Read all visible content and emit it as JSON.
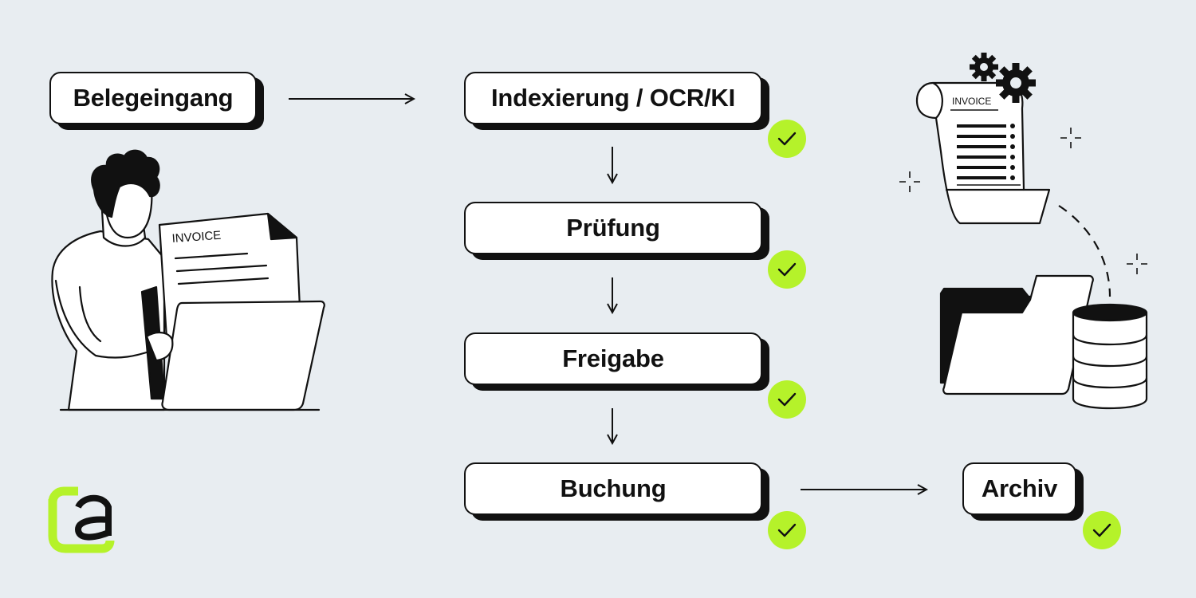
{
  "flow": {
    "steps": {
      "belegeingang": "Belegeingang",
      "indexierung": "Indexierung / OCR/KI",
      "pruefung": "Prüfung",
      "freigabe": "Freigabe",
      "buchung": "Buchung",
      "archiv": "Archiv"
    }
  },
  "illustrations": {
    "person_document_label": "INVOICE",
    "receipt_label": "INVOICE"
  },
  "colors": {
    "background": "#e8edf1",
    "accent_green": "#b5f22a",
    "ink": "#111111",
    "box_fill": "#ffffff"
  },
  "icons": [
    "check-icon",
    "arrow-right-icon",
    "arrow-down-icon",
    "gear-icon",
    "folder-icon",
    "database-icon",
    "sparkle-icon",
    "brand-logo"
  ]
}
